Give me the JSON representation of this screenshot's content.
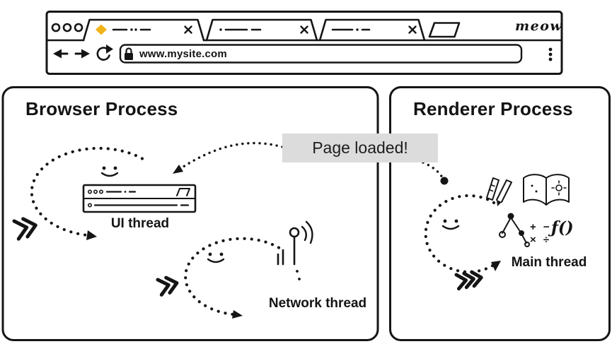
{
  "colors": {
    "ink": "#151515",
    "tab_favicon": "#F2B41B",
    "callout_bg": "#DCDCDC"
  },
  "browser_chrome": {
    "brand": "meow",
    "url": "www.mysite.com",
    "tabs": [
      {
        "active": true
      },
      {
        "active": false
      },
      {
        "active": false
      }
    ]
  },
  "icons": {
    "tab_favicon": "diamond",
    "tab_close": "x-cross",
    "back": "arrow-left",
    "forward": "arrow-right",
    "reload": "circular-arrow",
    "lock": "padlock",
    "menu": "vertical-dots",
    "ui_thread": "mini-browser-toolbar",
    "network_thread": "antenna-with-signal",
    "renderer_doodles": "book, pencil, ruler, node-tree, math-symbols, function"
  },
  "callout": {
    "text": "Page loaded!"
  },
  "browser_process": {
    "title": "Browser Process",
    "ui_thread_label": "UI thread",
    "network_thread_label": "Network thread"
  },
  "renderer_process": {
    "title": "Renderer Process",
    "main_thread_label": "Main thread",
    "math_row1": "+ −",
    "math_row2": "× ÷",
    "fn": "ƒ()"
  }
}
